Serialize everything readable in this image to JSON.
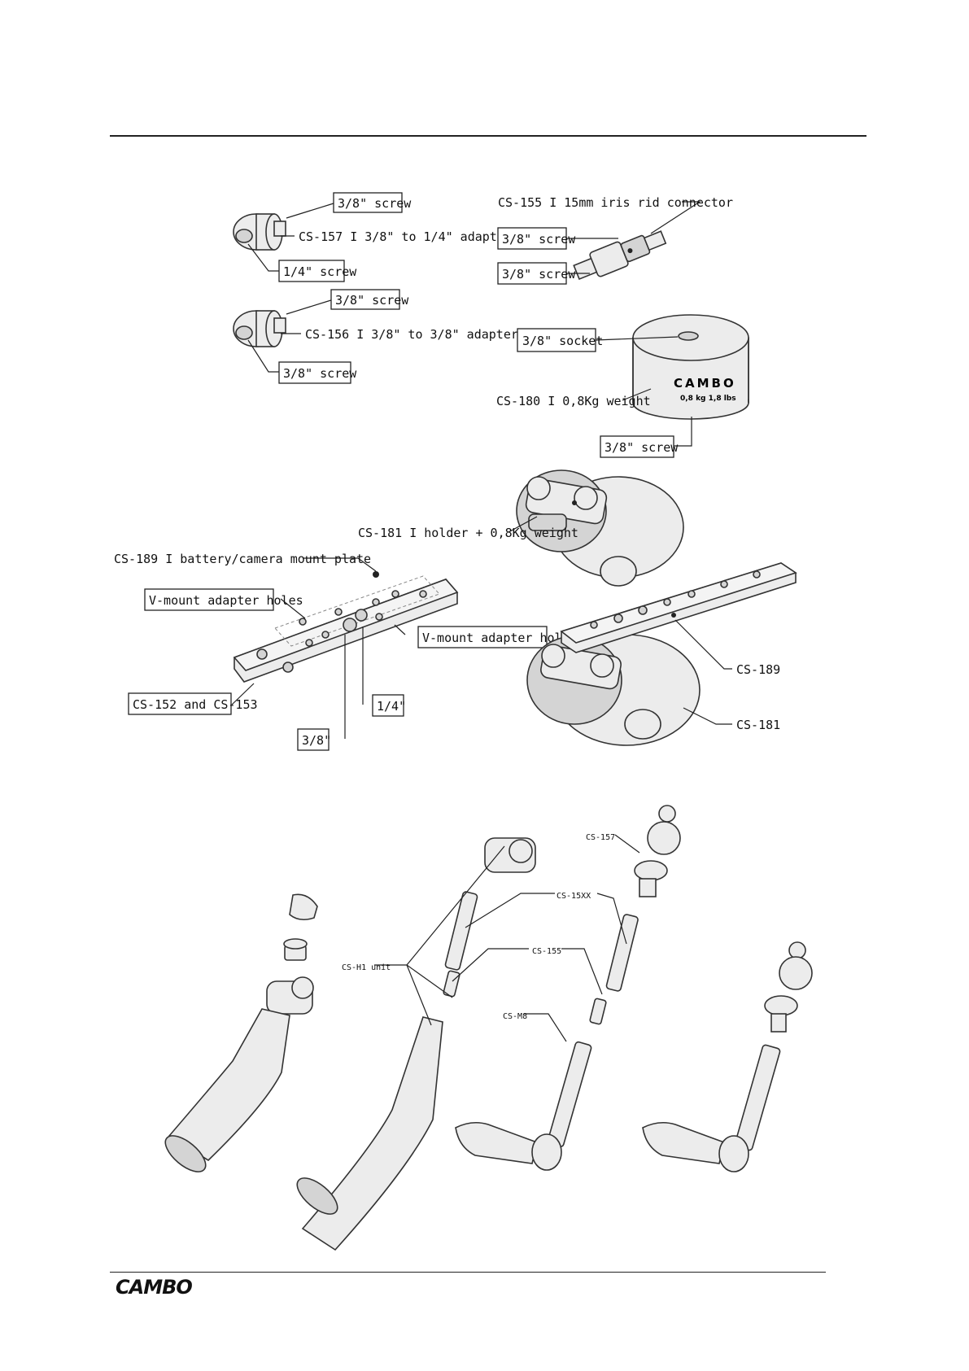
{
  "adapters": {
    "cs157_top": "3/8\" screw",
    "cs157": "CS-157 I 3/8\" to 1/4\" adapter",
    "cs157_bottom": "1/4\" screw",
    "cs156_top": "3/8\" screw",
    "cs156": "CS-156 I 3/8\" to 3/8\" adapter",
    "cs156_bottom": "3/8\" screw"
  },
  "connector": {
    "title": "CS-155 I 15mm iris rid connector",
    "screw_a": "3/8\" screw",
    "screw_b": "3/8\" screw"
  },
  "weight": {
    "socket": "3/8\" socket",
    "title": "CS-180 I 0,8Kg weight",
    "screw": "3/8\" screw",
    "brand": "CAMBO",
    "spec": "0,8 kg 1,8 lbs"
  },
  "plate": {
    "holder": "CS-181 I holder + 0,8Kg weight",
    "title": "CS-189 I battery/camera mount plate",
    "vmount_left": "V-mount adapter holes",
    "vmount_right": "V-mount adapter holes",
    "cs152": "CS-152 and CS-153",
    "quarter": "1/4\"",
    "threeeighth": "3/8\"",
    "cs189": "CS-189",
    "cs181": "CS-181"
  },
  "rods": {
    "cs157": "CS-157",
    "cs15xx": "CS-15XX",
    "cs155": "CS-155",
    "csh1": "CS-H1 unit",
    "csm8": "CS-M8"
  },
  "footer": {
    "logo": "CAMBO"
  }
}
